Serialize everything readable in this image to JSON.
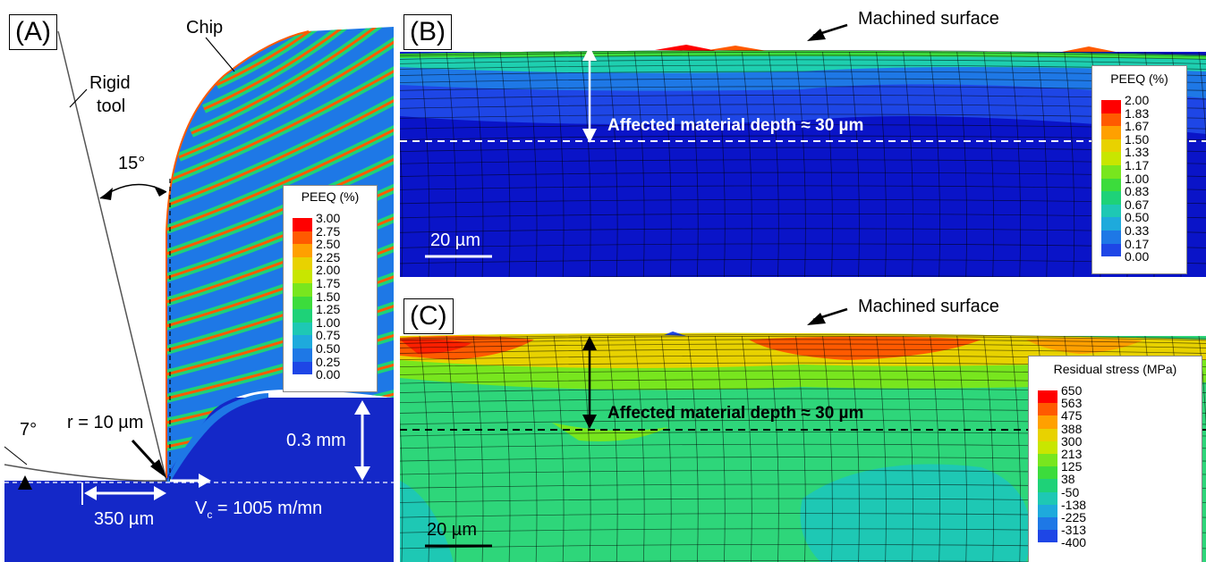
{
  "panel_a": {
    "tag": "(A)",
    "chip_label": "Chip",
    "tool_label_1": "Rigid",
    "tool_label_2": "tool",
    "rake_angle": "15°",
    "clearance_angle": "7°",
    "edge_radius": "r = 10 µm",
    "depth_label": "0.3 mm",
    "length_label": "350 µm",
    "speed_label": "V",
    "speed_sub": "c",
    "speed_rest": " = 1005 m/mn",
    "legend": {
      "title": "PEEQ (%)",
      "values": [
        "3.00",
        "2.75",
        "2.50",
        "2.25",
        "2.00",
        "1.75",
        "1.50",
        "1.25",
        "1.00",
        "0.75",
        "0.50",
        "0.25",
        "0.00"
      ]
    }
  },
  "panel_b": {
    "tag": "(B)",
    "surface_label": "Machined surface",
    "depth_label": "Affected material depth ≈ 30 µm",
    "scale_label": "20 µm",
    "legend": {
      "title": "PEEQ (%)",
      "values": [
        "2.00",
        "1.83",
        "1.67",
        "1.50",
        "1.33",
        "1.17",
        "1.00",
        "0.83",
        "0.67",
        "0.50",
        "0.33",
        "0.17",
        "0.00"
      ]
    }
  },
  "panel_c": {
    "tag": "(C)",
    "surface_label": "Machined surface",
    "depth_label": "Affected material depth ≈ 30 µm",
    "scale_label": "20 µm",
    "legend": {
      "title": "Residual stress (MPa)",
      "values": [
        "650",
        "563",
        "475",
        "388",
        "300",
        "213",
        "125",
        "38",
        "-50",
        "-138",
        "-225",
        "-313",
        "-400"
      ]
    }
  },
  "colors": {
    "scale": [
      "#ff0000",
      "#ff5a00",
      "#ffa000",
      "#e8d200",
      "#c8e600",
      "#78e61e",
      "#3cdc3c",
      "#1ed278",
      "#1ec8b4",
      "#1eaadc",
      "#1e78e6",
      "#1e46e6",
      "#0a14d2"
    ],
    "base_blue": "#1428c8",
    "dark_blue": "#0a14b4"
  }
}
